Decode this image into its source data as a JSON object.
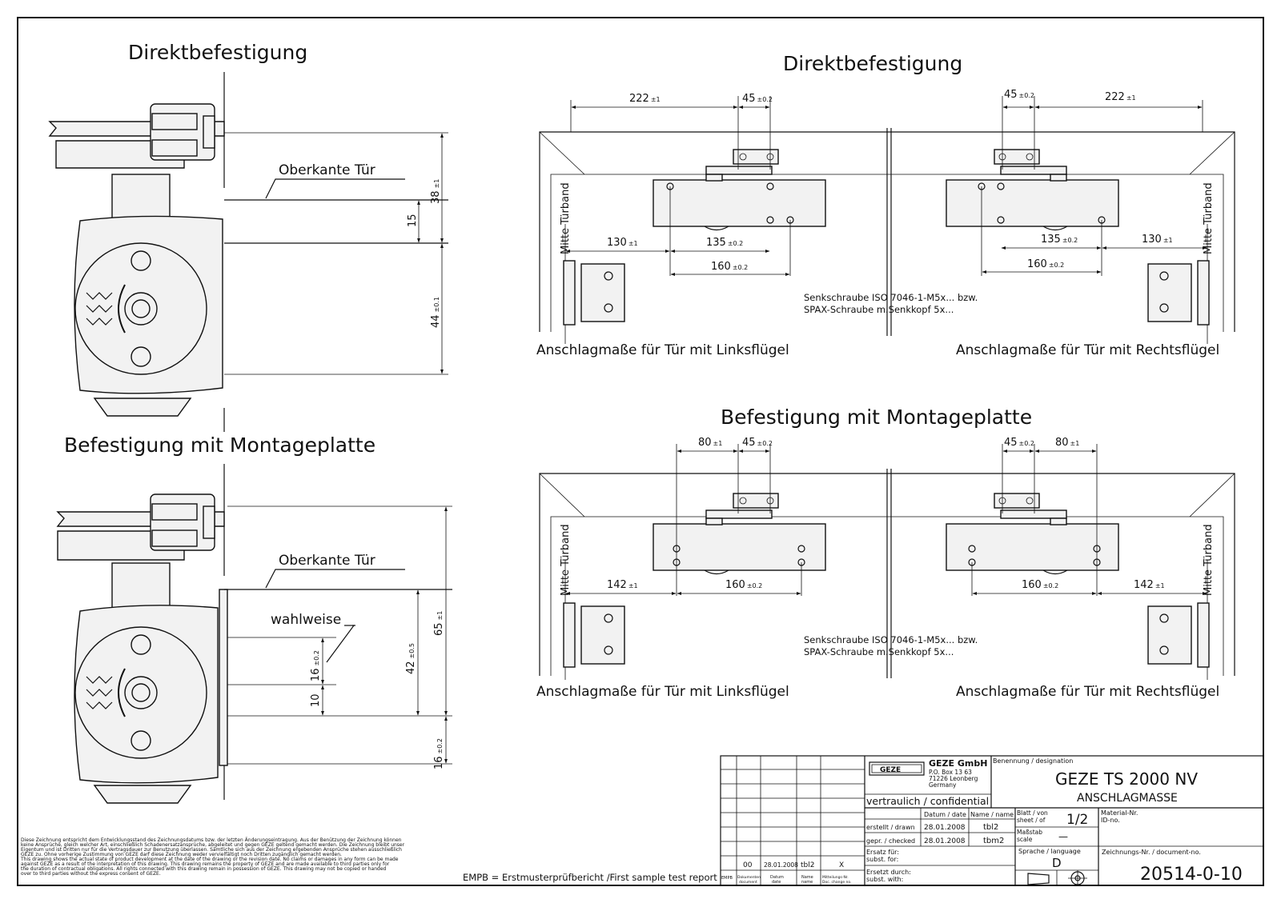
{
  "left": {
    "title_top": "Direktbefestigung",
    "title_bottom": "Befestigung mit Montageplatte",
    "label_top_edge_1": "Oberkante Tür",
    "label_top_edge_2": "Oberkante Tür",
    "label_optional": "wahlweise",
    "dims_top": [
      {
        "v": "38",
        "t": "±1"
      },
      {
        "v": "15",
        "t": ""
      },
      {
        "v": "44",
        "t": "±0.1"
      }
    ],
    "dims_bottom": [
      {
        "v": "65",
        "t": "±1"
      },
      {
        "v": "42",
        "t": "±0.5"
      },
      {
        "v": "16",
        "t": "±0.2"
      },
      {
        "v": "10",
        "t": ""
      },
      {
        "v": "16",
        "t": "±0.2"
      }
    ],
    "disclaimer": [
      "Diese Zeichnung entspricht dem Entwicklungsstand des Zeichnungsdatums bzw. der letzten Änderungseintragung. Aus der Benützung der Zeichnung können",
      "keine Ansprüche, gleich welcher Art, einschließlich Schadenersatzansprüche, abgeleitet und gegen GEZE geltend gemacht werden. Die Zeichnung bleibt unser",
      "Eigentum und ist Dritten nur für die Vertragsdauer zur Benutzung überlassen. Sämtliche sich aus der Zeichnung ergebenden Ansprüche stehen ausschließlich",
      "GEZE zu. Ohne vorherige Zustimmung von GEZE darf diese Zeichnung weder vervielfältigt noch Dritten zugänglich gemacht werden.",
      "This drawing shows the actual state of product development at the date of the drawing or the revision date. No claims or damages in any form can be made",
      "against GEZE as a result of the interpretation of this drawing. This drawing remains the property of GEZE and are made available to third parties only for",
      "the duration of contractual obligations. All rights connected with this drawing remain in possession of GEZE. This drawing may not be copied or handed",
      "over to third parties without the express consent of GEZE."
    ],
    "empb": "EMPB = Erstmusterprüfbericht /First sample test report"
  },
  "right": {
    "title_top": "Direktbefestigung",
    "title_bottom": "Befestigung mit Montageplatte",
    "hinge_label": "Mitte Türband",
    "screw_note_1": "Senkschraube ISO 7046-1-M5x... bzw.",
    "screw_note_2": "SPAX-Schraube m.Senkkopf 5x...",
    "caption_left": "Anschlagmaße für Tür mit Linksflügel",
    "caption_right": "Anschlagmaße für Tür mit Rechtsflügel",
    "top_left_dims": [
      {
        "v": "222",
        "t": "±1"
      },
      {
        "v": "45",
        "t": "±0.2"
      },
      {
        "v": "130",
        "t": "±1"
      },
      {
        "v": "135",
        "t": "±0.2"
      },
      {
        "v": "160",
        "t": "±0.2"
      }
    ],
    "top_right_dims": [
      {
        "v": "45",
        "t": "±0.2"
      },
      {
        "v": "222",
        "t": "±1"
      },
      {
        "v": "135",
        "t": "±0.2"
      },
      {
        "v": "130",
        "t": "±1"
      },
      {
        "v": "160",
        "t": "±0.2"
      }
    ],
    "bottom_left_dims": [
      {
        "v": "80",
        "t": "±1"
      },
      {
        "v": "45",
        "t": "±0.2"
      },
      {
        "v": "142",
        "t": "±1"
      },
      {
        "v": "160",
        "t": "±0.2"
      }
    ],
    "bottom_right_dims": [
      {
        "v": "45",
        "t": "±0.2"
      },
      {
        "v": "80",
        "t": "±1"
      },
      {
        "v": "160",
        "t": "±0.2"
      },
      {
        "v": "142",
        "t": "±1"
      }
    ]
  },
  "title_block": {
    "logo": "GEZE",
    "company": "GEZE GmbH",
    "address_1": "P.O. Box 13 63",
    "address_2": "71226 Leonberg",
    "address_3": "Germany",
    "confidential": "vertraulich / confidential",
    "designation_label": "Benennung / designation",
    "product": "GEZE TS 2000 NV",
    "subtitle": "ANSCHLAGMASSE",
    "date_label": "Datum / date",
    "name_label": "Name / name",
    "drawn_label": "erstellt / drawn",
    "drawn_date": "28.01.2008",
    "drawn_name": "tbl2",
    "checked_label": "gepr. / checked",
    "checked_date": "28.01.2008",
    "checked_name": "tbm2",
    "sheet_label_1": "Blatt / von",
    "sheet_label_2": "sheet / of",
    "sheet_value": "1/2",
    "scale_label_1": "Maßstab",
    "scale_label_2": "scale",
    "scale_value": "—",
    "material_label_1": "Material-Nr.",
    "material_label_2": "ID-no.",
    "replaces_label_1": "Ersatz für:",
    "replaces_label_2": "subst. for:",
    "replaced_label_1": "Ersetzt durch:",
    "replaced_label_2": "subst. with:",
    "language_label": "Sprache / language",
    "language_value": "D",
    "docno_label": "Zeichnungs-Nr. / document-no.",
    "docno_value": "20514-0-10",
    "rev_values": [
      "00",
      "28.01.2008",
      "tbl2",
      "X"
    ],
    "rev_headers": [
      [
        "EMPB",
        ""
      ],
      [
        "Dokumenten",
        "document"
      ],
      [
        "Datum",
        "date"
      ],
      [
        "Name",
        "name"
      ],
      [
        "Mitteilungs-Nr.",
        "Doc. change no."
      ]
    ]
  }
}
